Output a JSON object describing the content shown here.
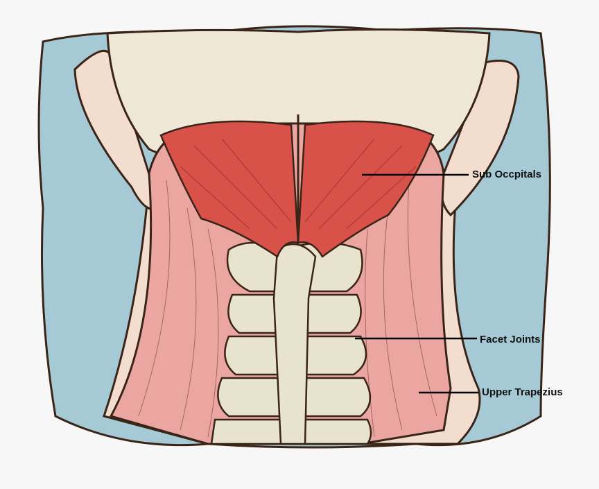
{
  "labels": {
    "sub_occipitals": "Sub Occpitals",
    "facet_joints": "Facet Joints",
    "upper_trapezius": "Upper Trapezius"
  },
  "colors": {
    "background_blue": "#a5cad5",
    "head": "#efe8d6",
    "ear": "#f3ddcf",
    "trapezius": "#eba6a2",
    "suboccipital": "#d8524a",
    "bone": "#e8e3cc",
    "outline": "#3a2418"
  }
}
